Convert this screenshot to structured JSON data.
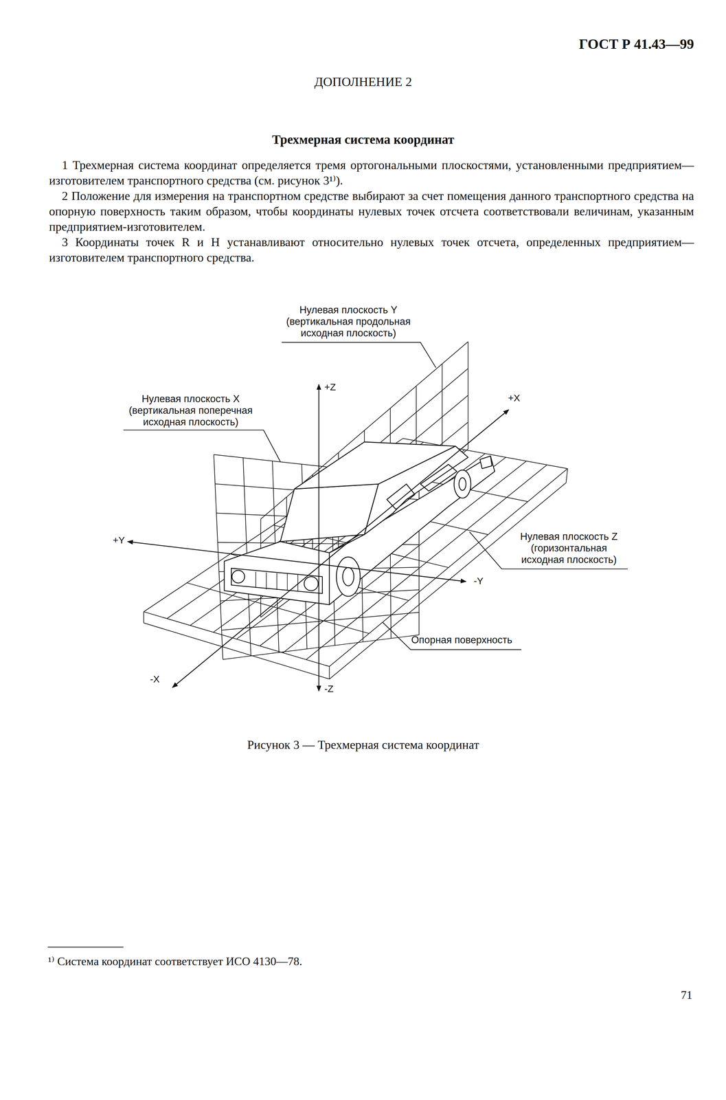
{
  "diagram": {
    "title": "Трехмерная система координат",
    "caption": "Рисунок 3 — Трехмерная система координат",
    "labels": [
      "ГОСТ Р 41.43—99",
      "ДОПОЛНЕНИЕ 2",
      "1 Трехмерная система координат определяется тремя ортогональными плоскостями, установленными предприятием—изготовителем транспортного средства (см. рисунок 3¹⁾).",
      "2 Положение для измерения на транспортном средстве выбирают за счет помещения данного транспортного средства на опорную поверхность таким образом, чтобы координаты нулевых точек отсчета соответствовали величинам, указанным предприятием-изготовителем.",
      "3 Координаты точек R и H устанавливают относительно нулевых точек отсчета, определенных предприятием—изготовителем транспортного средства.",
      "Нулевая плоскость Y (вертикальная продольная исходная плоскость)",
      "+Z",
      "+X",
      "Нулевая плоскость X (вертикальная поперечная исходная плоскость)",
      "+Y",
      "Нулевая плоскость Z (горизонтальная исходная плоскость)",
      "-Y",
      "Опорная поверхность",
      "-X",
      "-Z",
      "¹⁾ Система координат соответствует ИСО 4130—78.",
      "71"
    ]
  }
}
